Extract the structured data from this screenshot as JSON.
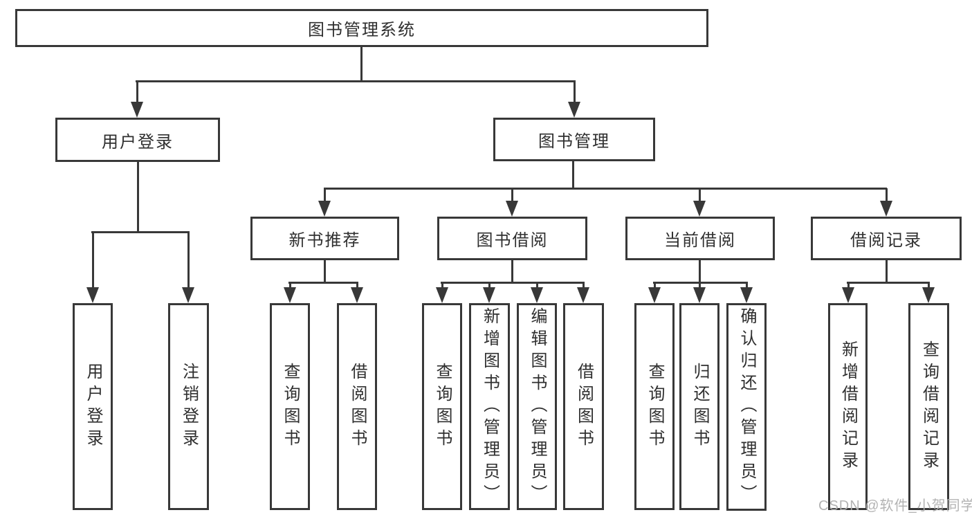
{
  "diagram": {
    "title": "图书管理系统",
    "nodes": [
      {
        "id": "root",
        "label": "图书管理系统",
        "level": 1,
        "parent": null
      },
      {
        "id": "user-login",
        "label": "用户登录",
        "level": 2,
        "parent": "root"
      },
      {
        "id": "book-mgmt",
        "label": "图书管理",
        "level": 2,
        "parent": "root"
      },
      {
        "id": "new-book-rec",
        "label": "新书推荐",
        "level": 3,
        "parent": "book-mgmt"
      },
      {
        "id": "book-borrow",
        "label": "图书借阅",
        "level": 3,
        "parent": "book-mgmt"
      },
      {
        "id": "current-borrow",
        "label": "当前借阅",
        "level": 3,
        "parent": "book-mgmt"
      },
      {
        "id": "borrow-records",
        "label": "借阅记录",
        "level": 3,
        "parent": "book-mgmt"
      },
      {
        "id": "login-leaf",
        "label": "用户登录",
        "level": 4,
        "parent": "user-login"
      },
      {
        "id": "logout-leaf",
        "label": "注销登录",
        "level": 4,
        "parent": "user-login"
      },
      {
        "id": "rec-query",
        "label": "查询图书",
        "level": 4,
        "parent": "new-book-rec"
      },
      {
        "id": "rec-borrow",
        "label": "借阅图书",
        "level": 4,
        "parent": "new-book-rec"
      },
      {
        "id": "bb-query",
        "label": "查询图书",
        "level": 4,
        "parent": "book-borrow"
      },
      {
        "id": "bb-add",
        "label": "新增图书（管理员）",
        "level": 4,
        "parent": "book-borrow"
      },
      {
        "id": "bb-edit",
        "label": "编辑图书（管理员）",
        "level": 4,
        "parent": "book-borrow"
      },
      {
        "id": "bb-borrow",
        "label": "借阅图书",
        "level": 4,
        "parent": "book-borrow"
      },
      {
        "id": "cb-query",
        "label": "查询图书",
        "level": 4,
        "parent": "current-borrow"
      },
      {
        "id": "cb-return",
        "label": "归还图书",
        "level": 4,
        "parent": "current-borrow"
      },
      {
        "id": "cb-confirm",
        "label": "确认归还（管理员）",
        "level": 4,
        "parent": "current-borrow"
      },
      {
        "id": "br-add",
        "label": "新增借阅记录",
        "level": 4,
        "parent": "borrow-records"
      },
      {
        "id": "br-query",
        "label": "查询借阅记录",
        "level": 4,
        "parent": "borrow-records"
      }
    ]
  },
  "watermark": {
    "text": "CSDN @软件_小贺同学"
  },
  "colors": {
    "line": "#383838",
    "text": "#2f2f2f",
    "background": "#ffffff",
    "watermark": "#afafaf"
  }
}
